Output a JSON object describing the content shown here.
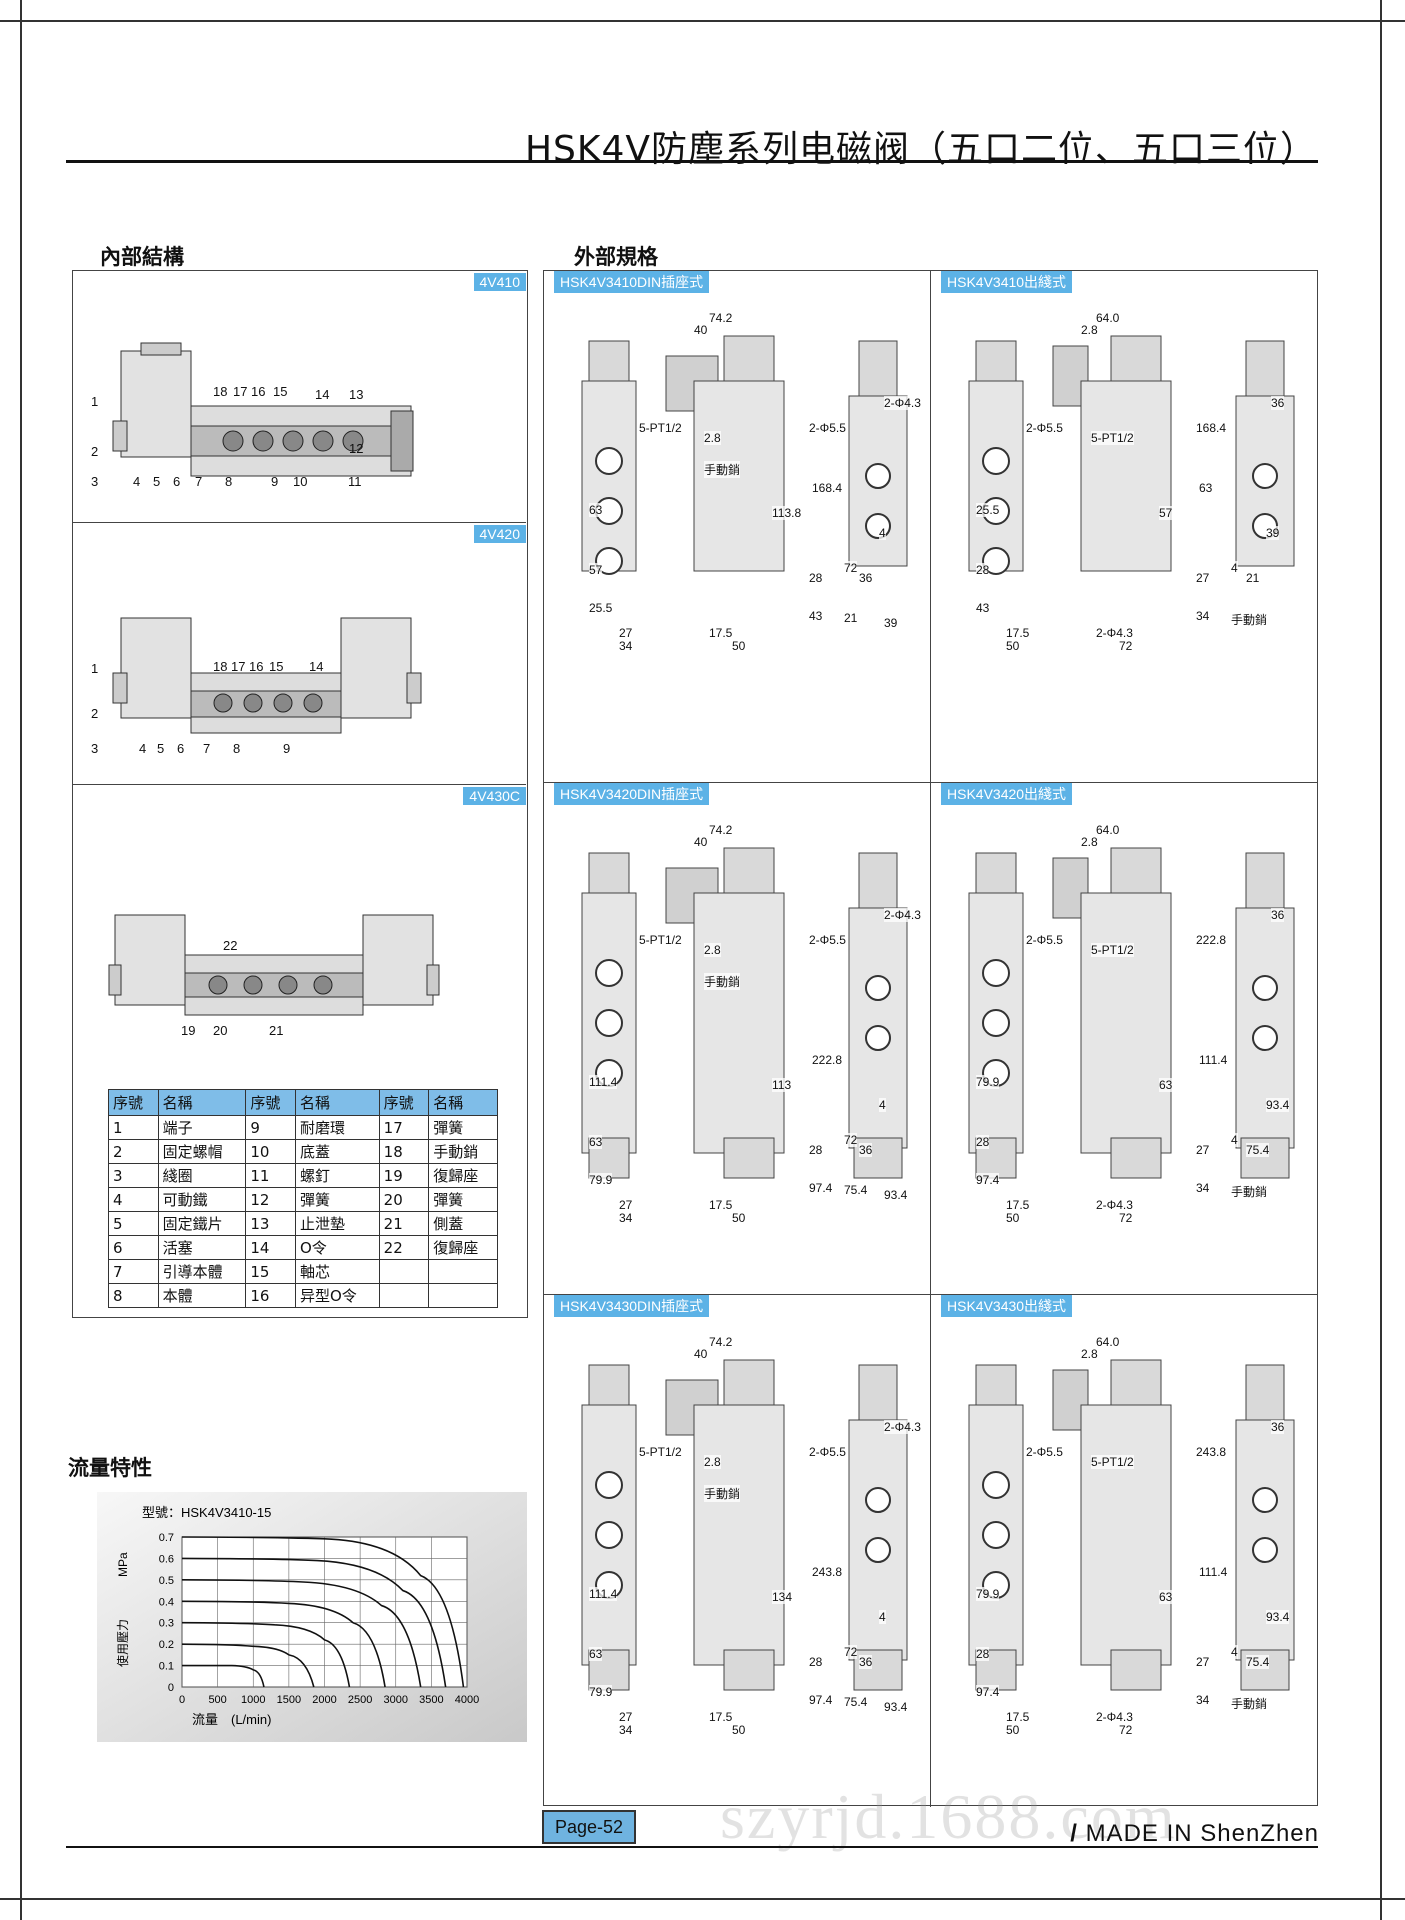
{
  "header": {
    "title": "HSK4V防塵系列电磁阀（五口二位、五口三位）"
  },
  "sections": {
    "internal": "內部結構",
    "external": "外部規格",
    "flow": "流量特性"
  },
  "internal_panels": [
    {
      "tag": "4V410",
      "callouts": [
        "1",
        "2",
        "3",
        "4",
        "5",
        "6",
        "7",
        "8",
        "9",
        "10",
        "11",
        "12",
        "13",
        "14",
        "15",
        "16",
        "17",
        "18"
      ]
    },
    {
      "tag": "4V420",
      "callouts": [
        "1",
        "2",
        "3",
        "4",
        "5",
        "6",
        "7",
        "8",
        "9",
        "14",
        "15",
        "16",
        "17",
        "18"
      ]
    },
    {
      "tag": "4V430C",
      "callouts": [
        "19",
        "20",
        "21",
        "22"
      ]
    }
  ],
  "parts_table": {
    "headers": [
      "序號",
      "名稱",
      "序號",
      "名稱",
      "序號",
      "名稱"
    ],
    "rows": [
      [
        "1",
        "端子",
        "9",
        "耐磨環",
        "17",
        "彈簧"
      ],
      [
        "2",
        "固定螺帽",
        "10",
        "底蓋",
        "18",
        "手動銷"
      ],
      [
        "3",
        "綫圈",
        "11",
        "螺釘",
        "19",
        "復歸座"
      ],
      [
        "4",
        "可動鐵",
        "12",
        "彈簧",
        "20",
        "彈簧"
      ],
      [
        "5",
        "固定鐵片",
        "13",
        "止泄墊",
        "21",
        "側蓋"
      ],
      [
        "6",
        "活塞",
        "14",
        "O令",
        "22",
        "復歸座"
      ],
      [
        "7",
        "引導本體",
        "15",
        "軸芯",
        "",
        " "
      ],
      [
        "8",
        "本體",
        "16",
        "异型O令",
        "",
        ""
      ]
    ]
  },
  "external_cells": [
    {
      "tag": "HSK4V3410DIN插座式",
      "dims": [
        "74.2",
        "40",
        "2.8",
        "5-PT1/2",
        "2-Φ5.5",
        "168.4",
        "113.8",
        "63",
        "57",
        "25.5",
        "28",
        "43",
        "27",
        "34",
        "17.5",
        "50",
        "2-Φ4.3",
        "72",
        "36",
        "4",
        "21",
        "39",
        "手動銷"
      ]
    },
    {
      "tag": "HSK4V3410出綫式",
      "dims": [
        "64.0",
        "2.8",
        "5-PT1/2",
        "2-Φ5.5",
        "168.4",
        "63",
        "57",
        "25.5",
        "28",
        "43",
        "27",
        "34",
        "17.5",
        "50",
        "2-Φ4.3",
        "72",
        "36",
        "4",
        "21",
        "39",
        "手動銷"
      ]
    },
    {
      "tag": "HSK4V3420DIN插座式",
      "dims": [
        "74.2",
        "40",
        "2.8",
        "5-PT1/2",
        "2-Φ5.5",
        "222.8",
        "113",
        "111.4",
        "63",
        "79.9",
        "28",
        "97.4",
        "27",
        "34",
        "17.5",
        "50",
        "2-Φ4.3",
        "72",
        "36",
        "4",
        "75.4",
        "93.4",
        "手動銷"
      ]
    },
    {
      "tag": "HSK4V3420出綫式",
      "dims": [
        "64.0",
        "2.8",
        "5-PT1/2",
        "2-Φ5.5",
        "222.8",
        "111.4",
        "63",
        "79.9",
        "28",
        "97.4",
        "27",
        "34",
        "17.5",
        "50",
        "2-Φ4.3",
        "72",
        "36",
        "4",
        "75.4",
        "93.4",
        "手動銷"
      ]
    },
    {
      "tag": "HSK4V3430DIN插座式",
      "dims": [
        "74.2",
        "40",
        "2.8",
        "5-PT1/2",
        "2-Φ5.5",
        "243.8",
        "134",
        "111.4",
        "63",
        "79.9",
        "28",
        "97.4",
        "27",
        "34",
        "17.5",
        "50",
        "2-Φ4.3",
        "72",
        "36",
        "4",
        "75.4",
        "93.4",
        "手動銷"
      ]
    },
    {
      "tag": "HSK4V3430出綫式",
      "dims": [
        "64.0",
        "2.8",
        "5-PT1/2",
        "2-Φ5.5",
        "243.8",
        "111.4",
        "63",
        "79.9",
        "28",
        "97.4",
        "27",
        "34",
        "17.5",
        "50",
        "2-Φ4.3",
        "72",
        "36",
        "4",
        "75.4",
        "93.4",
        "手動銷"
      ]
    }
  ],
  "chart_data": {
    "type": "line",
    "title": "型號：HSK4V3410-15",
    "xlabel": "流量　(L/min)",
    "ylabel": "使用壓力",
    "yunit": "MPa",
    "x_ticks": [
      "0",
      "500",
      "1000",
      "1500",
      "2000",
      "2500",
      "3000",
      "3500",
      "4000"
    ],
    "y_ticks": [
      "0",
      "0.1",
      "0.2",
      "0.3",
      "0.4",
      "0.5",
      "0.6",
      "0.7"
    ],
    "xlim": [
      0,
      4000
    ],
    "ylim": [
      0,
      0.7
    ],
    "grid": true,
    "series": [
      {
        "points": [
          [
            0,
            0.1
          ],
          [
            700,
            0.1
          ],
          [
            1000,
            0.08
          ],
          [
            1150,
            0.0
          ]
        ]
      },
      {
        "points": [
          [
            0,
            0.2
          ],
          [
            1000,
            0.19
          ],
          [
            1500,
            0.15
          ],
          [
            1850,
            0.0
          ]
        ]
      },
      {
        "points": [
          [
            0,
            0.3
          ],
          [
            1300,
            0.29
          ],
          [
            2000,
            0.22
          ],
          [
            2350,
            0.0
          ]
        ]
      },
      {
        "points": [
          [
            0,
            0.4
          ],
          [
            1500,
            0.39
          ],
          [
            2400,
            0.3
          ],
          [
            2850,
            0.0
          ]
        ]
      },
      {
        "points": [
          [
            0,
            0.5
          ],
          [
            1700,
            0.49
          ],
          [
            2800,
            0.38
          ],
          [
            3350,
            0.0
          ]
        ]
      },
      {
        "points": [
          [
            0,
            0.6
          ],
          [
            1900,
            0.59
          ],
          [
            3100,
            0.45
          ],
          [
            3700,
            0.0
          ]
        ]
      },
      {
        "points": [
          [
            0,
            0.7
          ],
          [
            2100,
            0.69
          ],
          [
            3350,
            0.52
          ],
          [
            3950,
            0.0
          ]
        ]
      }
    ]
  },
  "footer": {
    "page": "Page-52",
    "made_in": "MADE IN ShenZhen",
    "watermark": "szyrjd.1688.com"
  }
}
